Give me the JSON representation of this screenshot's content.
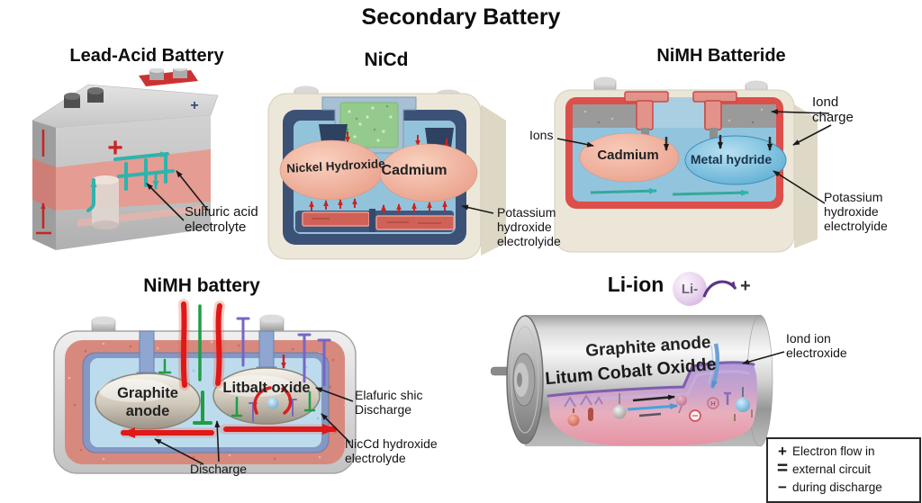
{
  "title": "Secondary Battery",
  "lead_acid": {
    "heading": "Lead-Acid Battery",
    "electrolyte_label": "Sulfuric acid\nelectrolyte",
    "front_plus": "+",
    "top_plus": "+"
  },
  "nicd": {
    "heading": "NiCd",
    "electrode_left": "Nickel Hydroxide",
    "electrode_right": "Cadmium",
    "electrolyte_label": "Potassium\nhydroxide\nelectrolyide"
  },
  "nimh_top": {
    "heading": "NiMH Batteride",
    "ions_label": "Ions",
    "electrode_left": "Cadmium",
    "electrode_right": "Metal hydride",
    "charge_label": "Iond\ncharge",
    "electrolyte_label": "Potassium\nhydroxide\nelectrolyide"
  },
  "nimh_bottom": {
    "heading": "NiMH battery",
    "electrode_left_line1": "Graphite",
    "electrode_left_line2": "anode",
    "electrode_right": "Litbalt oxide",
    "discharge_side_label": "Elafuric shic\nDischarge",
    "electrolyte_label": "NicCd hydroxide\nelectrolyde",
    "discharge_bottom_label": "Discharge"
  },
  "li_ion": {
    "heading": "Li-ion",
    "badge_text": "Li-",
    "badge_plus": "+",
    "anode_text": "Graphite anode",
    "cathode_text": "Litum Cobalt Oxidde",
    "electrode_label": "Iond ion\nelectroxide",
    "h_mark": "H"
  },
  "legend": {
    "rows": [
      {
        "symbol": "+",
        "text": "Electron flow in"
      },
      {
        "symbol": "=",
        "text": "external circuit"
      },
      {
        "symbol": "−",
        "text": "during discharge"
      }
    ]
  },
  "colors": {
    "teal_arrow": "#2fb3ad",
    "red_accent": "#d42020",
    "navy_liner": "#3c5176",
    "cream_case": "#ebe6d8",
    "salmon_electrode": "#f0b3a0",
    "electrolyte_blue": "#92c5dd",
    "purple_pin": "#7a64c6",
    "band_purple": "#b49ada"
  }
}
